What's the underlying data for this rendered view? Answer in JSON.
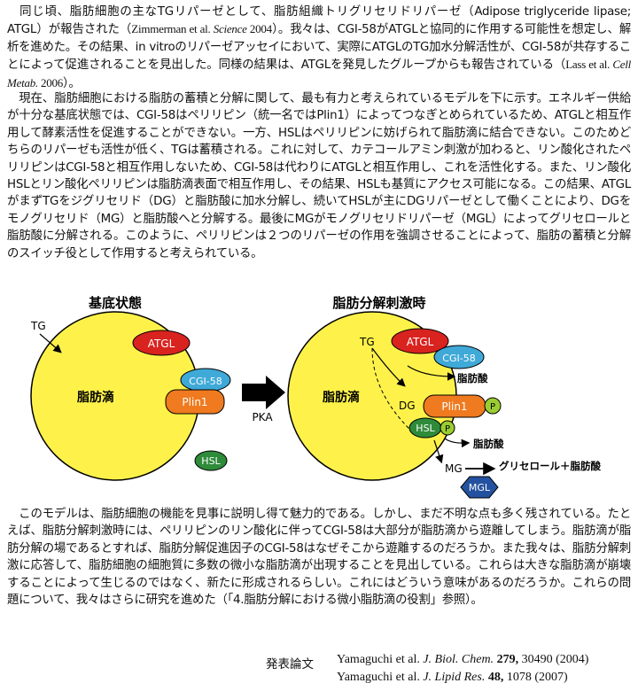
{
  "paragraphs": {
    "p1": {
      "a": "　同じ頃、脂肪細胞の主なTGリパーゼとして、脂肪組織トリグリセリドリパーゼ（Adipose triglyceride lipase; ATGL）が報告された（",
      "a_ref": "Zimmerman et al. ",
      "a_journal": "Science",
      "a_year": " 2004",
      "b": "）。我々は、CGI-58がATGLと協同的に作用する可能性を想定し、解析を進めた。その結果、in vitroのリパーゼアッセイにおいて、実際にATGLのTG加水分解活性が、CGI-58が共存することによって促進されることを見出した。同様の結果は、ATGLを発見したグループからも報告されている（",
      "b_ref": "Lass et al. ",
      "b_journal": "Cell Metab.",
      "b_year": " 2006",
      "c": "）。"
    },
    "p2": "現在、脂肪細胞における脂肪の蓄積と分解に関して、最も有力と考えられているモデルを下に示す。エネルギー供給が十分な基底状態では、CGI-58はペリリピン（統一名ではPlin1）によってつなぎとめられているため、ATGLと相互作用して酵素活性を促進することができない。一方、HSLはペリリピンに妨げられて脂肪滴に結合できない。このためどちらのリパーゼも活性が低く、TGは蓄積される。これに対して、カテコールアミン刺激が加わると、リン酸化されたペリリピンはCGI-58と相互作用しないため、CGI-58は代わりにATGLと相互作用し、これを活性化する。また、リン酸化HSLとリン酸化ペリリピンは脂肪滴表面で相互作用し、その結果、HSLも基質にアクセス可能になる。この結果、ATGLがまずTGをジグリセリド（DG）と脂肪酸に加水分解し、続いてHSLが主にDGリパーゼとして働くことにより、DGをモノグリセリド（MG）と脂肪酸へと分解する。最後にMGがモノグリセリドリパーゼ（MGL）によってグリセロールと脂肪酸に分解される。このように、ペリリピンは２つのリパーゼの作用を強調させることによって、脂肪の蓄積と分解のスイッチ役として作用すると考えられている。",
    "p3": "このモデルは、脂肪細胞の機能を見事に説明し得て魅力的である。しかし、まだ不明な点も多く残されている。たとえば、脂肪分解刺激時には、ペリリピンのリン酸化に伴ってCGI-58は大部分が脂肪滴から遊離してしまう。脂肪滴が脂肪分解の場であるとすれば、脂肪分解促進因子のCGI-58はなぜそこから遊離するのだろうか。また我々は、脂肪分解刺激に応答して、脂肪細胞の細胞質に多数の微小な脂肪滴が出現することを見出している。これらは大きな脂肪滴が崩壊することによって生じるのではなく、新たに形成されるらしい。これにはどういう意味があるのだろうか。これらの問題について、我々はさらに研究を進めた（「4.脂肪分解における微小脂肪滴の役割」参照）。"
  },
  "diagram": {
    "left_title": "基底状態",
    "right_title": "脂肪分解刺激時",
    "tg": "TG",
    "droplet": "脂肪滴",
    "atgl": "ATGL",
    "cgi58": "CGI-58",
    "plin1": "Plin1",
    "hsl": "HSL",
    "pka": "PKA",
    "dg": "DG",
    "mg": "MG",
    "mgl": "MGL",
    "p": "P",
    "fatty_acid": "脂肪酸",
    "glycerol": "グリセロール＋脂肪酸"
  },
  "publications": {
    "title": "発表論文",
    "items": [
      {
        "authors": "Yamaguchi et al. ",
        "journal": "J. Biol. Chem.",
        "volume": " 279,",
        "rest": " 30490 (2004)"
      },
      {
        "authors": "Yamaguchi et al. ",
        "journal": "J. Lipid Res.",
        "volume": " 48,",
        "rest": " 1078 (2007)"
      }
    ]
  },
  "colors": {
    "droplet": "#fef24a",
    "atgl": "#d9231f",
    "cgi58": "#3fa9d8",
    "plin1": "#ef7a1f",
    "hsl": "#2e8b3a",
    "p": "#9acd32",
    "mgl": "#2452a0"
  }
}
